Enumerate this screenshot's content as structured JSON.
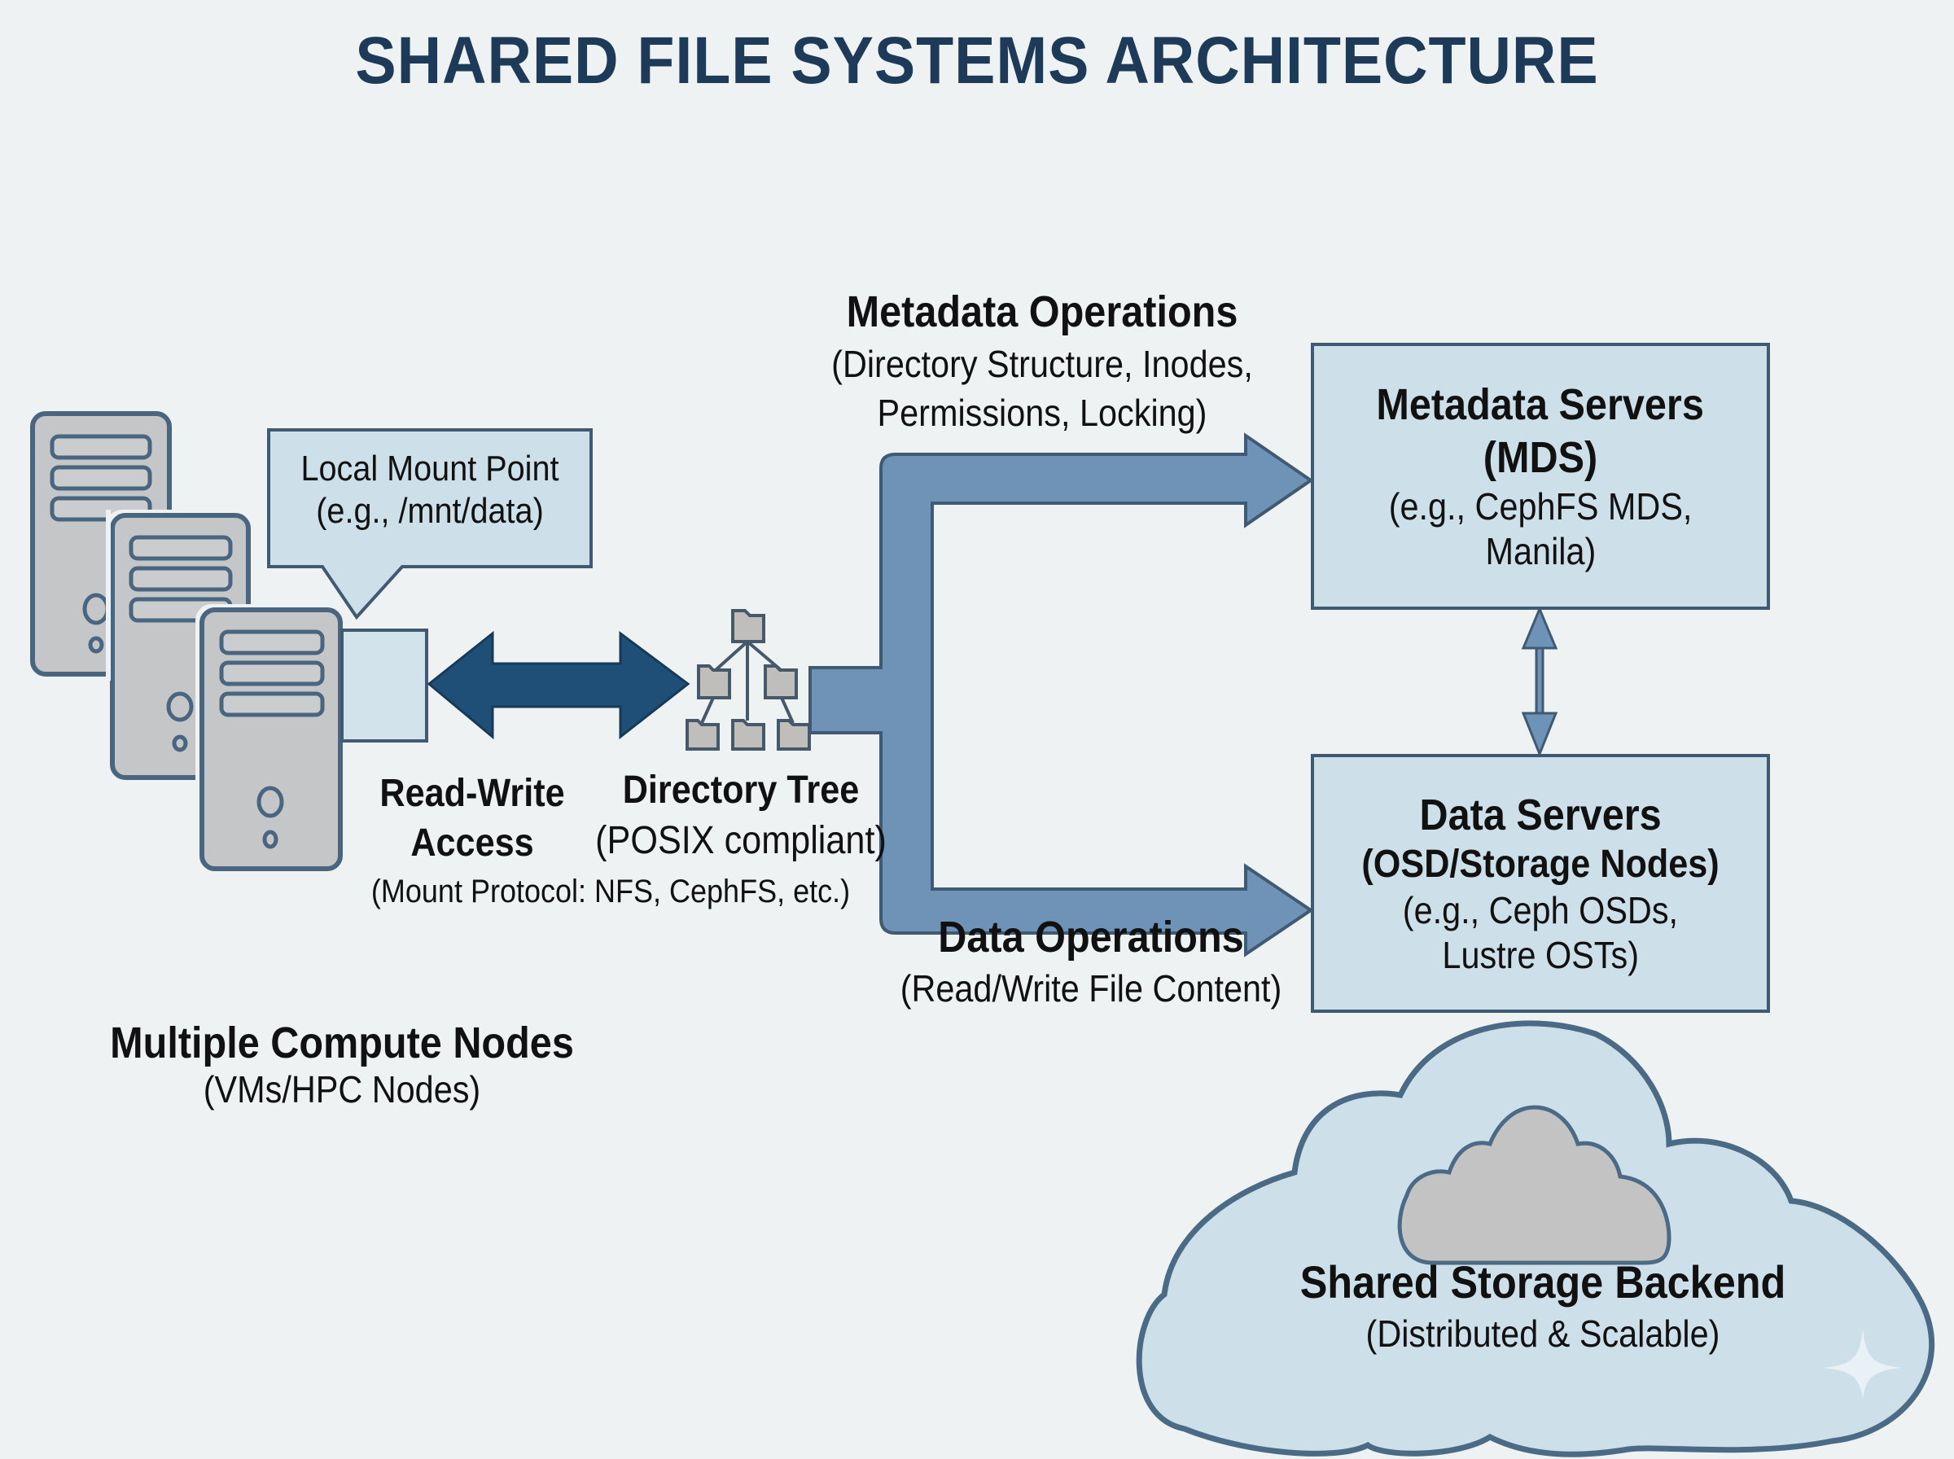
{
  "title": "SHARED FILE SYSTEMS ARCHITECTURE",
  "colors": {
    "background": "#eef2f3",
    "title": "#1d3a58",
    "box_fill": "#cde0ea",
    "box_border": "#3f5a72",
    "arrow_dark": "#1f4f77",
    "arrow_light": "#6e93b6",
    "server_fill": "#c4c6c7",
    "folder_fill": "#c0bebb",
    "inner_cloud_fill": "#c3c3c3"
  },
  "mount_point": {
    "line1": "Local Mount Point",
    "line2": "(e.g., /mnt/data)"
  },
  "access": {
    "title_line1": "Read-Write",
    "title_line2": "Access",
    "protocol": "(Mount Protocol: NFS, CephFS, etc.)"
  },
  "directory_tree": {
    "title": "Directory Tree",
    "subtitle": "(POSIX compliant)"
  },
  "compute_nodes": {
    "title": "Multiple Compute Nodes",
    "subtitle": "(VMs/HPC Nodes)"
  },
  "metadata_ops": {
    "title": "Metadata Operations",
    "line1": "(Directory Structure, Inodes,",
    "line2": "Permissions, Locking)"
  },
  "data_ops": {
    "title": "Data Operations",
    "subtitle": "(Read/Write File Content)"
  },
  "mds": {
    "title_line1": "Metadata Servers",
    "title_line2": "(MDS)",
    "line1": "(e.g., CephFS MDS,",
    "line2": "Manila)"
  },
  "data_servers": {
    "title_line1": "Data Servers",
    "title_line2": "(OSD/Storage Nodes)",
    "line1": "(e.g., Ceph OSDs,",
    "line2": "Lustre OSTs)"
  },
  "backend": {
    "title": "Shared Storage Backend",
    "subtitle": "(Distributed & Scalable)"
  }
}
